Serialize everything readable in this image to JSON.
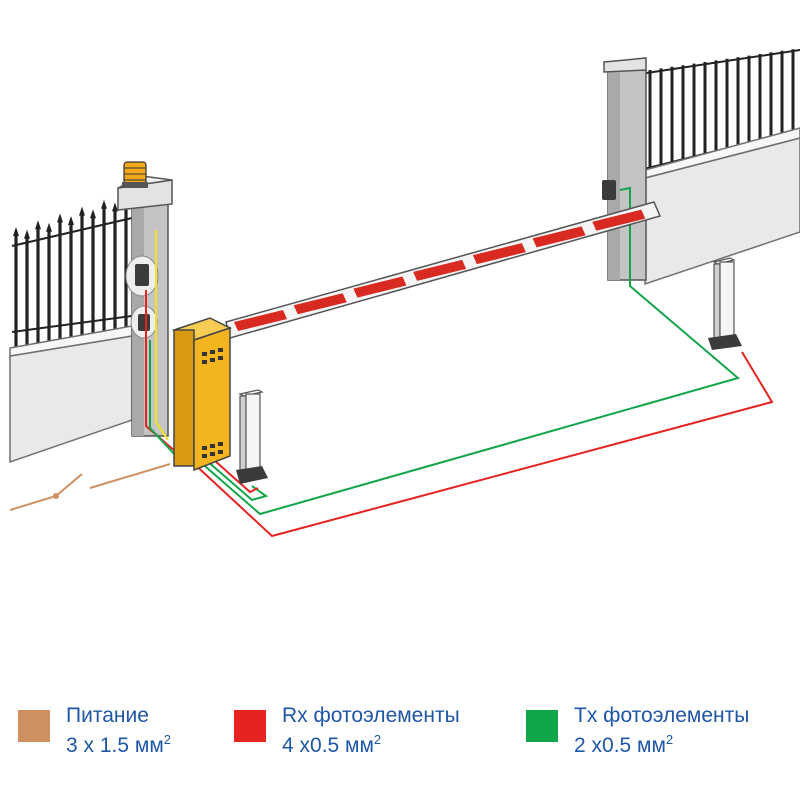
{
  "colors": {
    "power": "#cf9163",
    "rx": "#e52421",
    "tx": "#11a54a",
    "text": "#1f56a5",
    "cabinet": "#f2b51f",
    "boom_stripe": "#d92a21",
    "wall": "#e9e9e9",
    "post": "#b8b8b8",
    "fence": "#222222",
    "lamp": "#f3a81b",
    "control_wire": "#f2e31b"
  },
  "legend": [
    {
      "key": "power",
      "line1": "Питание",
      "line2": "3 x 1.5 мм",
      "sup": "2"
    },
    {
      "key": "rx",
      "line1": "Rx фотоэлементы",
      "line2": "4 x0.5 мм",
      "sup": "2"
    },
    {
      "key": "tx",
      "line1": "Tx фотоэлементы",
      "line2": "2 x0.5 мм",
      "sup": "2"
    }
  ]
}
